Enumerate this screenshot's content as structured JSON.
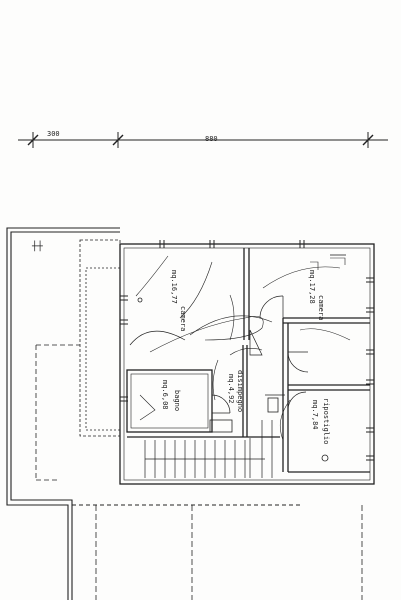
{
  "dimensions": {
    "left_span": "300",
    "right_span": "880"
  },
  "rooms": {
    "camera_left": {
      "name": "camera",
      "area": "mq.16,77"
    },
    "camera_right": {
      "name": "camera",
      "area": "mq.17,28"
    },
    "disimpegno": {
      "name": "disimpegno",
      "area": "mq.4,92"
    },
    "bagno": {
      "name": "bagno",
      "area": "mq.6,08"
    },
    "ripostiglio": {
      "name": "ripostiglio",
      "area": "mq.7,84"
    }
  },
  "colors": {
    "ink": "#222222",
    "paper": "#fdfdfc"
  }
}
